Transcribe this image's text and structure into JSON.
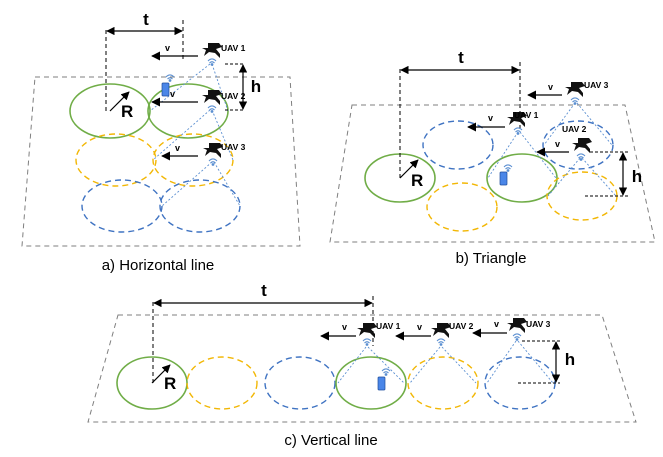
{
  "colors": {
    "serving_cell": "#70ad47",
    "yellow_cell": "#f2b705",
    "blue_cell": "#3f73c2",
    "beam": "#5b8fd1",
    "plane_border": "#7f7f7f",
    "ue": "#4a86e8"
  },
  "icons": {
    "uav": "drone-icon",
    "ue": "phone-icon",
    "signal": "wifi-signal-icon"
  },
  "labels": {
    "t": "t",
    "h": "h",
    "R": "R",
    "v": "v"
  },
  "panels": [
    {
      "id": "a",
      "caption": "a) Horizontal line",
      "uavs": [
        "UAV 1",
        "UAV 2",
        "UAV 3"
      ]
    },
    {
      "id": "b",
      "caption": "b) Triangle",
      "uavs": [
        "UAV 1",
        "UAV 2",
        "UAV 3"
      ]
    },
    {
      "id": "c",
      "caption": "c) Vertical line",
      "uavs": [
        "UAV 1",
        "UAV 2",
        "UAV 3"
      ]
    }
  ]
}
